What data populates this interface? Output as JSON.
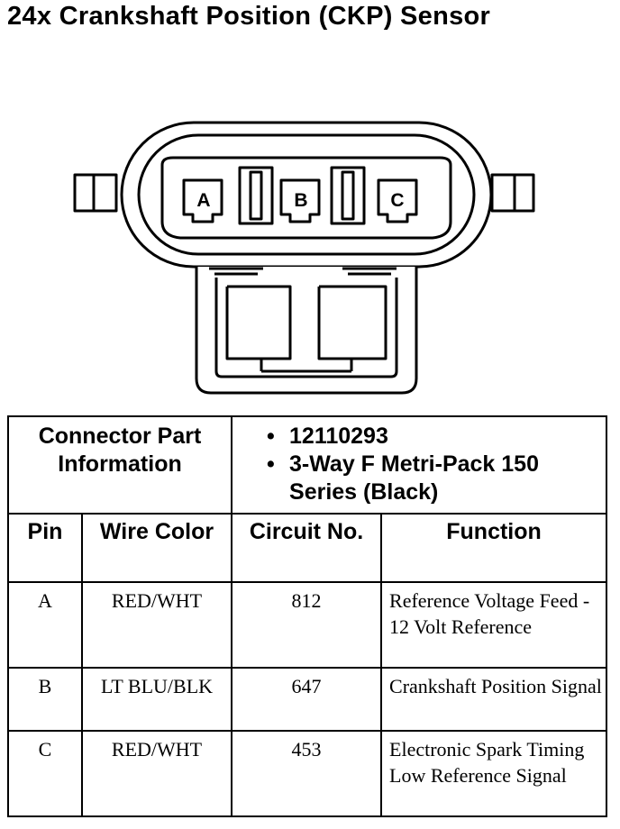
{
  "title": "24x Crankshaft Position (CKP) Sensor",
  "connector": {
    "pins": [
      "A",
      "B",
      "C"
    ]
  },
  "part_info": {
    "label": "Connector Part Information",
    "items": [
      "12110293",
      "3-Way F Metri-Pack 150 Series (Black)"
    ]
  },
  "columns": {
    "pin": "Pin",
    "wire_color": "Wire Color",
    "circuit": "Circuit No.",
    "function": "Function"
  },
  "rows": [
    {
      "pin": "A",
      "wire_color": "RED/WHT",
      "circuit": "812",
      "function": "Reference Voltage Feed - 12 Volt Reference"
    },
    {
      "pin": "B",
      "wire_color": "LT BLU/BLK",
      "circuit": "647",
      "function": "Crankshaft Position Signal"
    },
    {
      "pin": "C",
      "wire_color": "RED/WHT",
      "circuit": "453",
      "function": "Electronic Spark Timing Low Reference Signal"
    }
  ]
}
